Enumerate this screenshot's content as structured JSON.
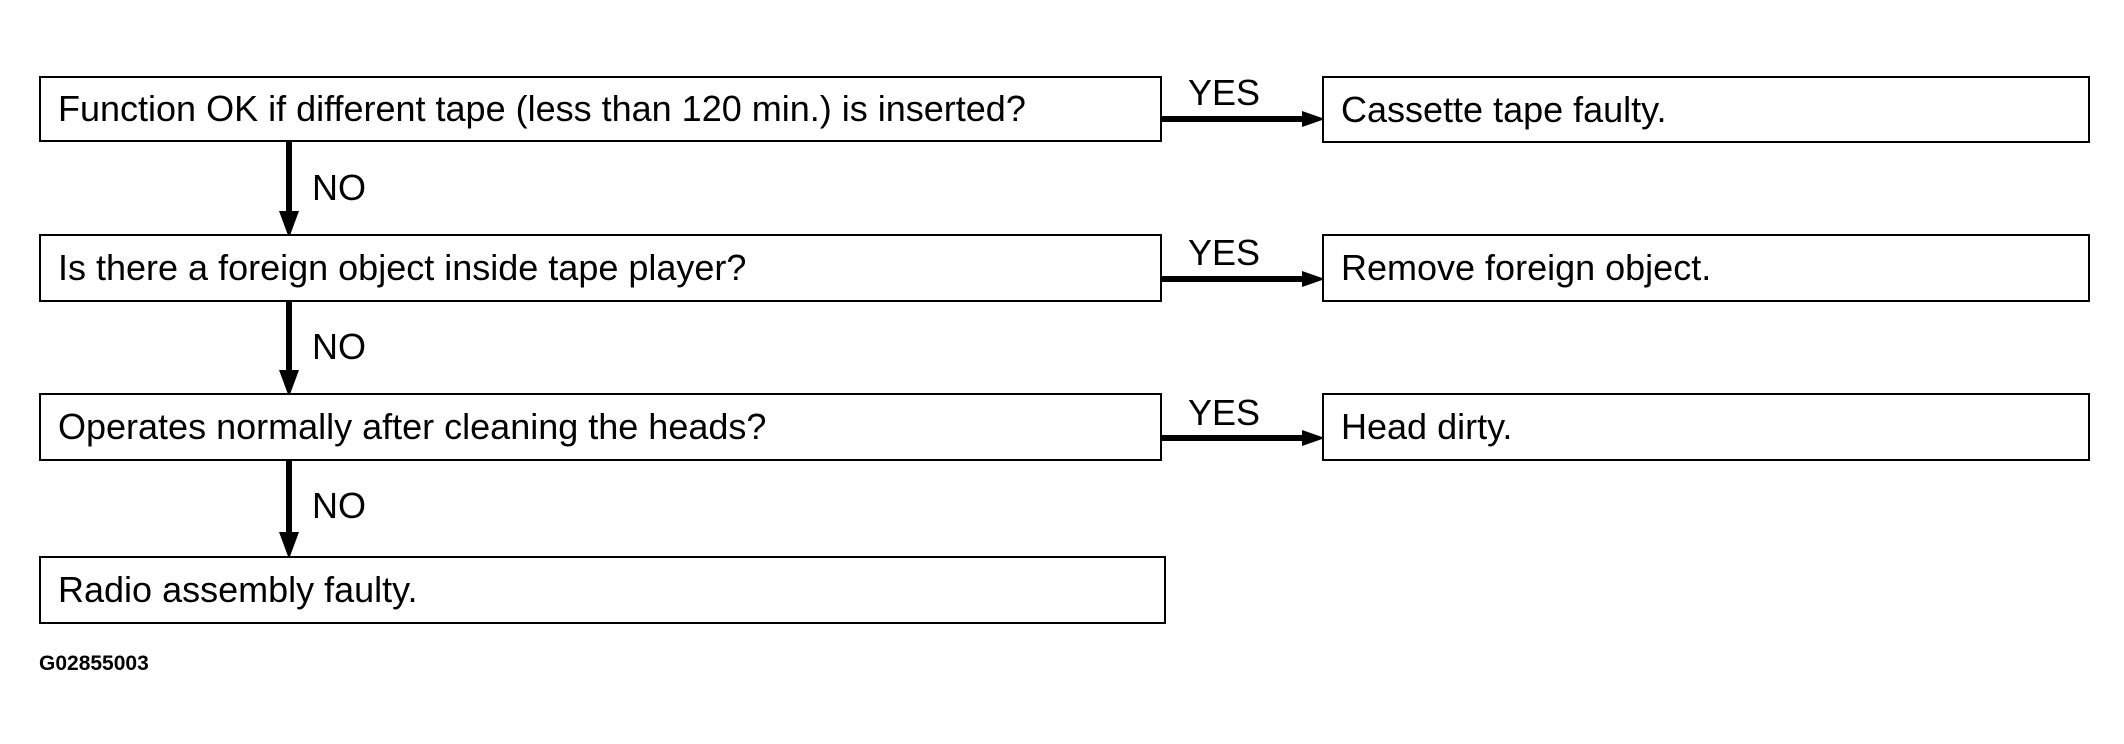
{
  "questions": [
    "Function OK if different tape (less than 120 min.) is inserted?",
    "Is there a foreign object inside tape player?",
    "Operates normally after cleaning the heads?"
  ],
  "results": [
    "Cassette tape faulty.",
    "Remove foreign object.",
    "Head dirty."
  ],
  "final_result": "Radio assembly faulty.",
  "labels": {
    "yes": "YES",
    "no": "NO"
  },
  "figure_code": "G02855003"
}
